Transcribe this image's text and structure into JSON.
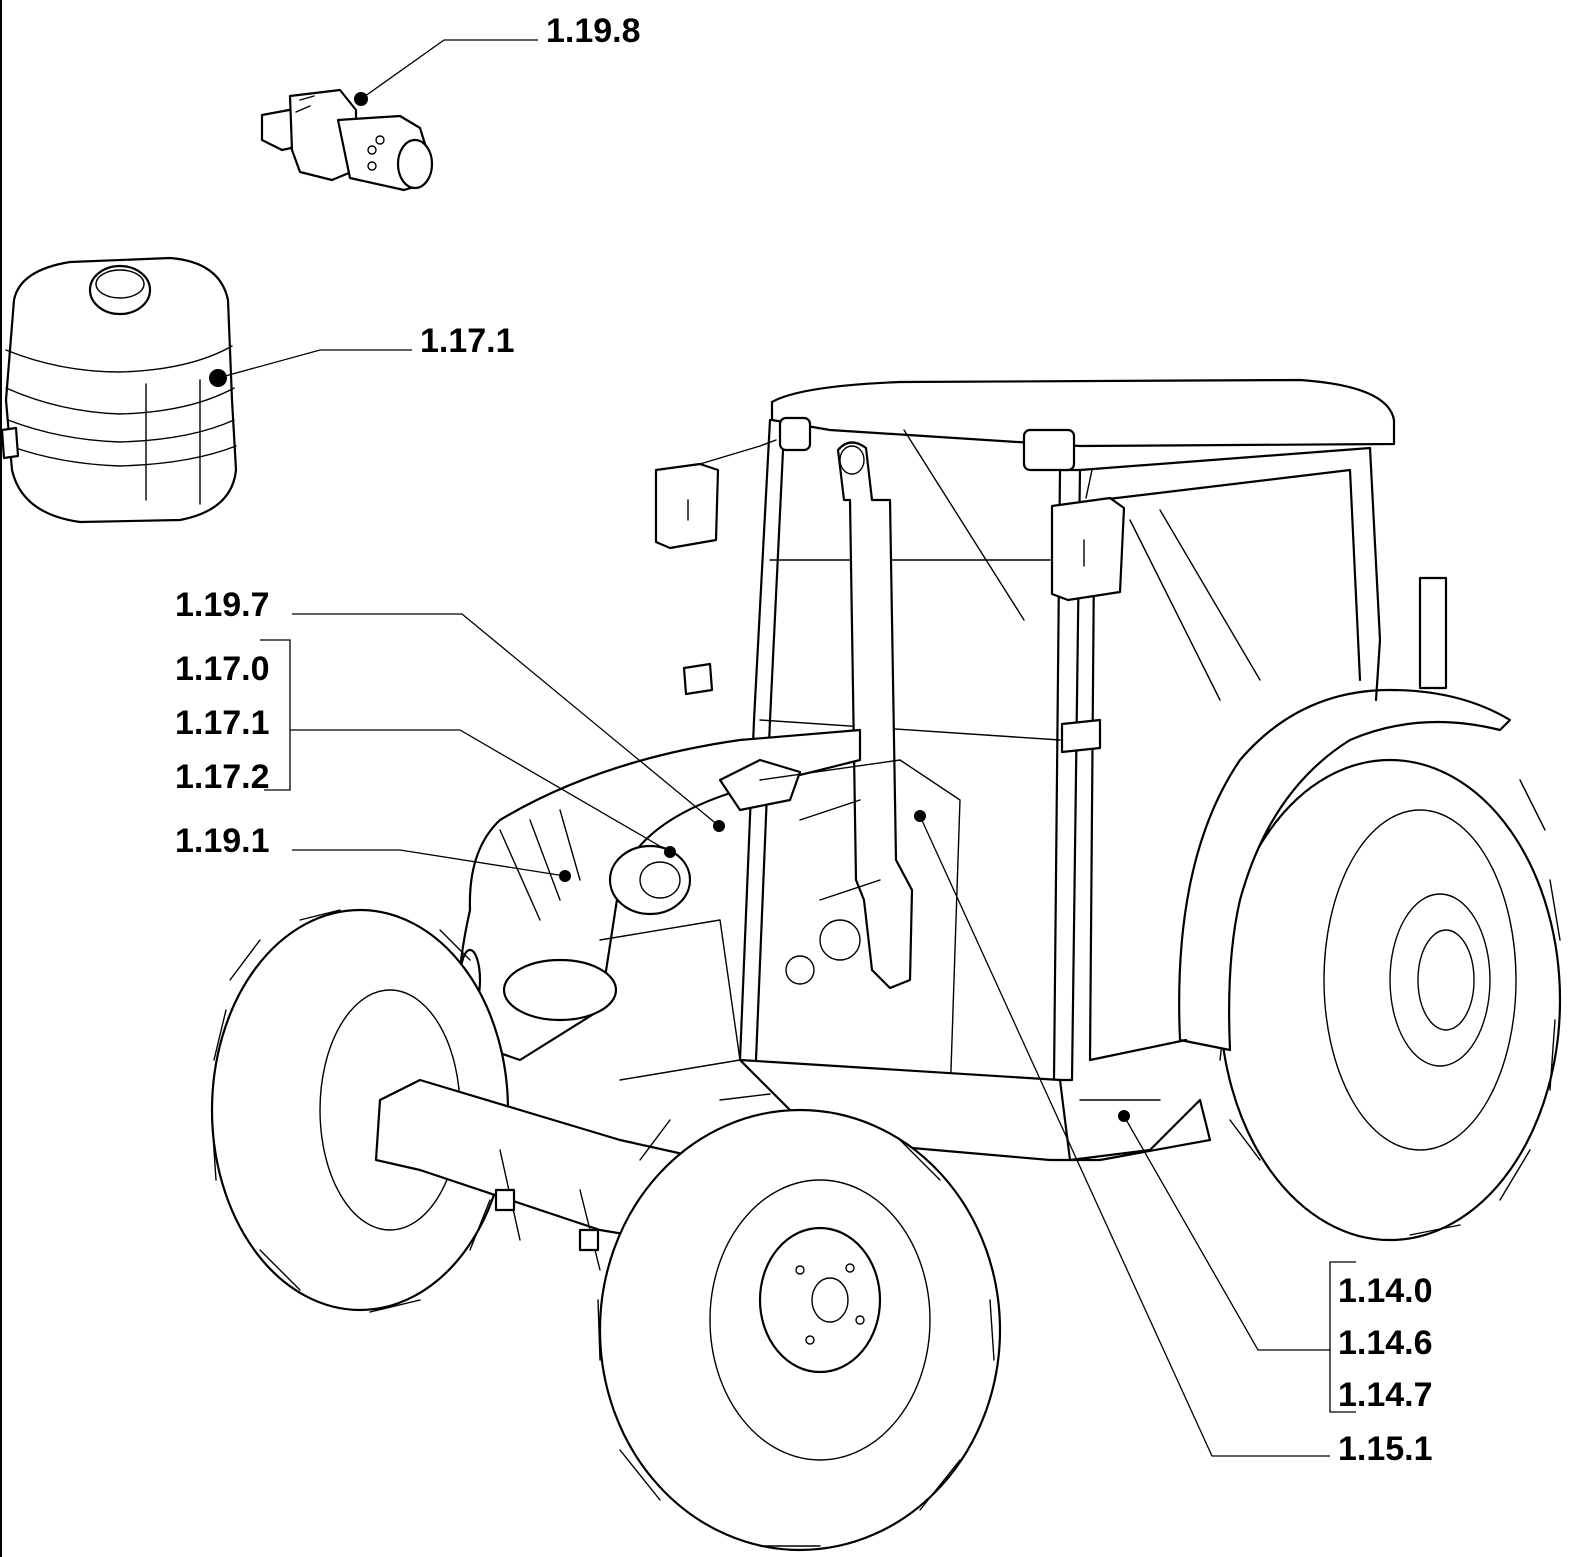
{
  "callouts": {
    "sensor": "1.19.8",
    "tank": "1.17.1",
    "group_left": [
      "1.19.7",
      "1.17.0",
      "1.17.1",
      "1.17.2",
      "1.19.1"
    ],
    "group_right": [
      "1.14.0",
      "1.14.6",
      "1.14.7",
      "1.15.1"
    ]
  },
  "colors": {
    "ink": "#000000",
    "background": "#ffffff"
  }
}
